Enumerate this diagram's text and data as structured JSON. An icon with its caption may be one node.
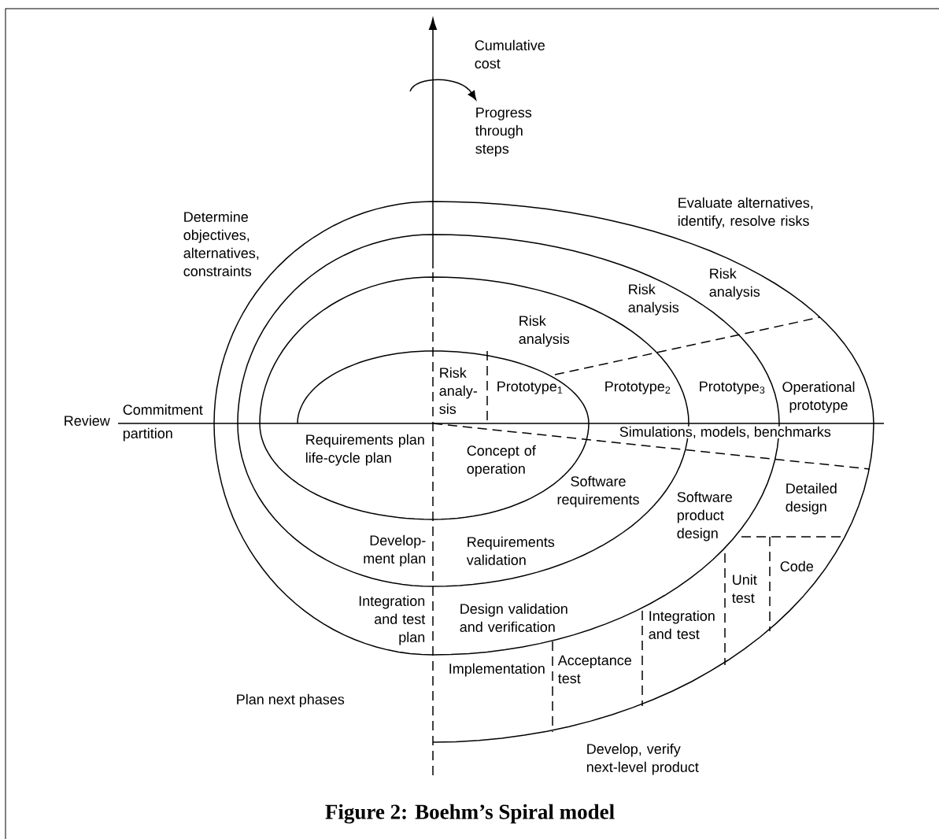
{
  "diagram": {
    "caption": "Figure 2: Boehm’s Spiral model",
    "labels": [
      "Cumulative cost",
      "Progress through steps",
      "Determine objectives, alternatives, constraints",
      "Evaluate alternatives, identify, resolve risks",
      "Risk analysis",
      "Risk analysis",
      "Risk analysis",
      "Risk analy-sis",
      "Prototype$_{1}$",
      "Prototype$_{2}$",
      "Prototype$_{3}$",
      "Operational prototype",
      "Review",
      "Commitment",
      "partition",
      "Simulations, models, benchmarks",
      "Requirements plan life-cycle plan",
      "Concept of operation",
      "Software requirements",
      "Software product design",
      "Detailed design",
      "Develop-ment plan",
      "Requirements validation",
      "Integration and test plan",
      "Design validation and verification",
      "Code",
      "Unit test",
      "Integration and test",
      "Implementation",
      "Acceptance test",
      "Plan next phases",
      "Develop, verify next-level product"
    ]
  }
}
